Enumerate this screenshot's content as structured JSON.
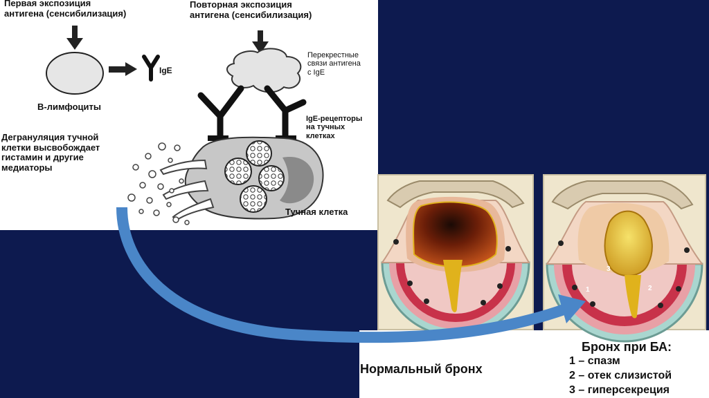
{
  "labels": {
    "first_exposure": "Первая экспозиция\nантигена (сенсибилизация)",
    "repeat_exposure": "Повторная экспозиция\nантигена (сенсибилизация)",
    "crosslinks": "Перекрестные\nсвязи антигена\nс IgE",
    "ige": "IgE",
    "b_lymphocytes": "В-лимфоциты",
    "ige_receptors": "IgE-рецепторы\nна тучных\nклетках",
    "degranulation": "Дегрануляция тучной\nклетки высвобождает\nгистамин и другие\nмедиаторы",
    "mast_cell": "Тучная клетка",
    "normal_bronchus": "Нормальный бронх",
    "ba_title": "Бронх при БА:",
    "ba_items": [
      "1 –  спазм",
      "2 –  отек слизистой",
      "3 –  гиперсекреция"
    ],
    "num_1": "1",
    "num_2": "2",
    "num_3": "3"
  },
  "colors": {
    "background": "#0d1a4f",
    "arrow": "#4a86c8",
    "mucosa": "#c8324a",
    "secretion": "#e0b21c"
  }
}
